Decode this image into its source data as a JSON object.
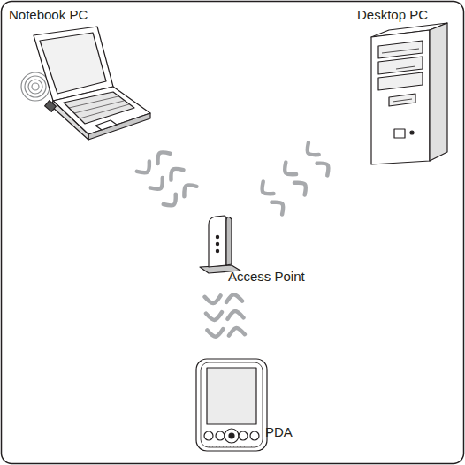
{
  "diagram": {
    "nodes": [
      {
        "text": [
          "Notebook PC"
        ]
      },
      {
        "text": [
          "Desktop PC"
        ]
      },
      {
        "text": [
          "Access Point"
        ]
      },
      {
        "text": [
          "PDA"
        ]
      }
    ],
    "edges": [
      {
        "from": 0,
        "to": 2,
        "arrow": "both"
      },
      {
        "from": 1,
        "to": 2,
        "arrow": "both"
      },
      {
        "from": 3,
        "to": 2,
        "arrow": "both"
      }
    ]
  }
}
